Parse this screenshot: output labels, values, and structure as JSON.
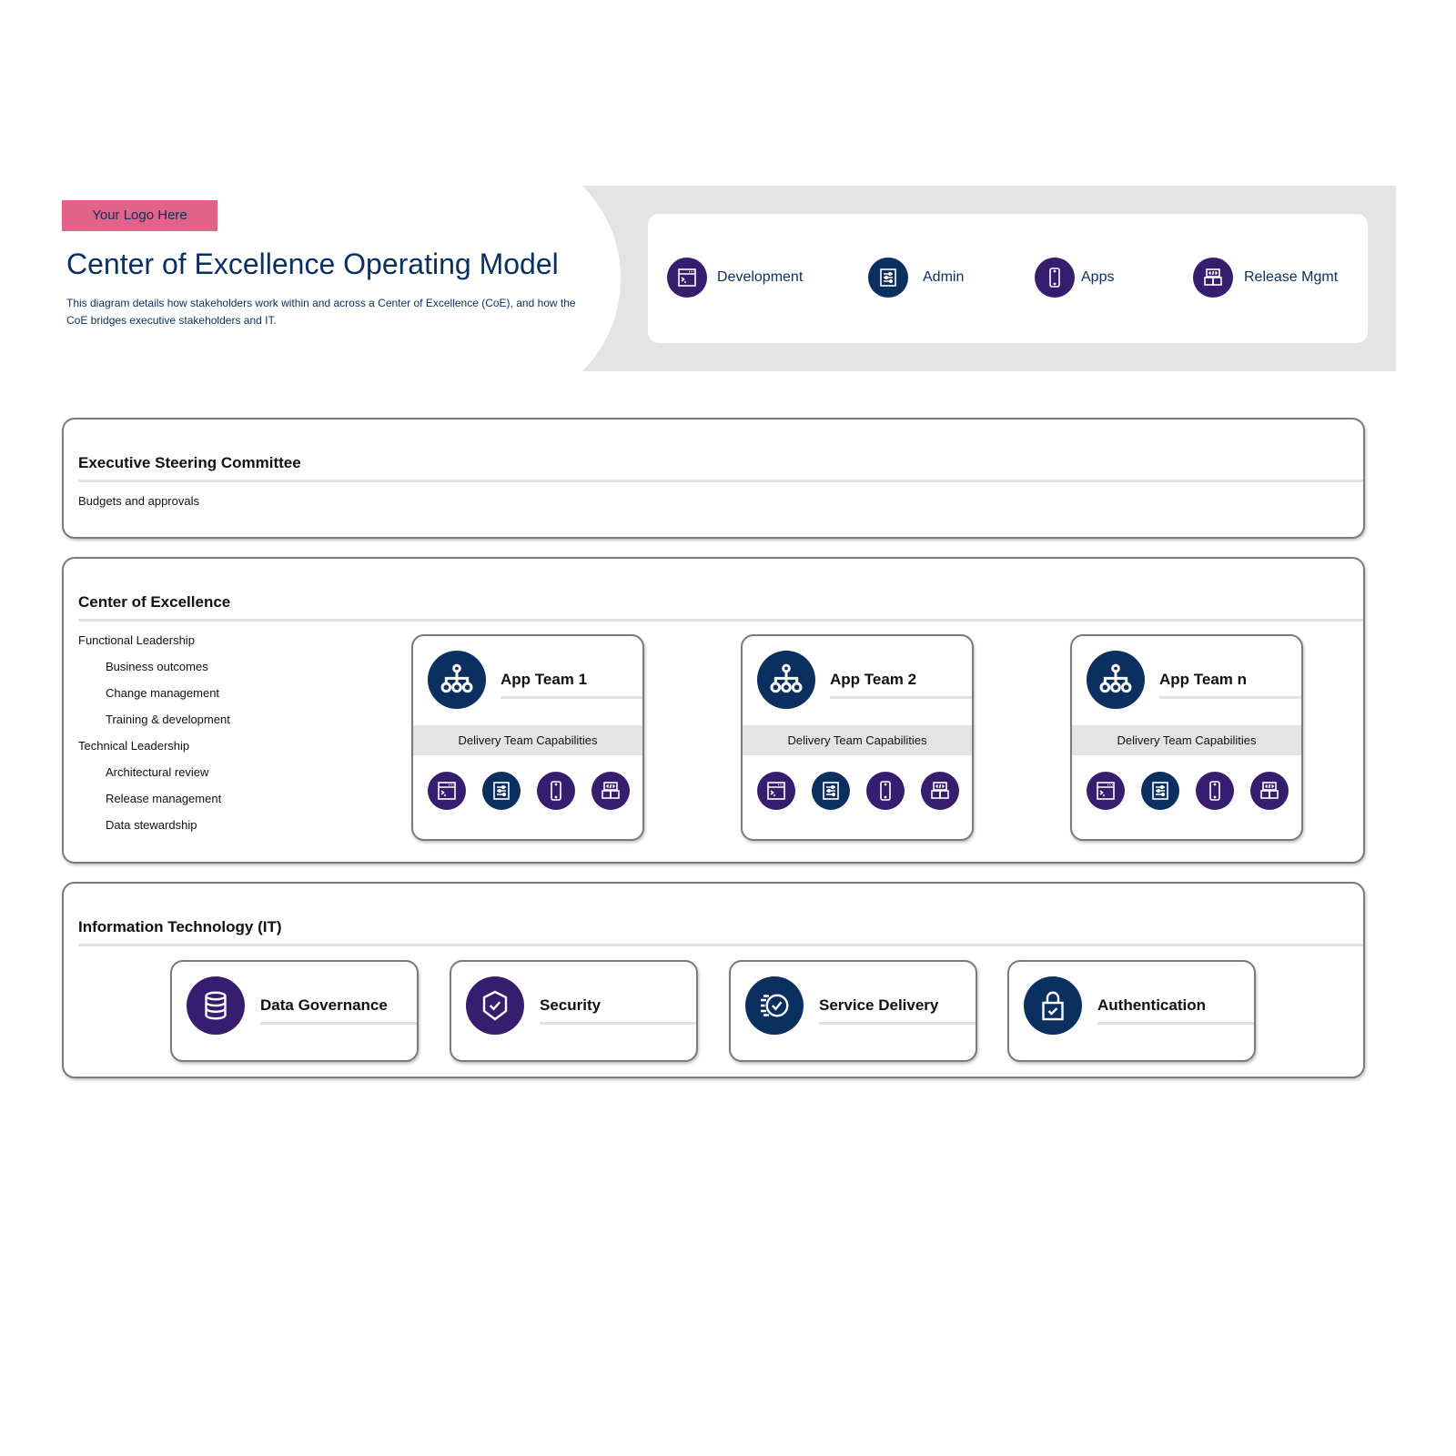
{
  "header": {
    "logo": "Your Logo Here",
    "title": "Center of Excellence Operating Model",
    "description": "This diagram details how stakeholders work within and across a Center of Excellence (CoE), and how the CoE bridges executive stakeholders and IT."
  },
  "legend": [
    {
      "label": "Development",
      "icon": "terminal-window-icon",
      "color": "#371d6e"
    },
    {
      "label": "Admin",
      "icon": "settings-sliders-icon",
      "color": "#0b2f5e"
    },
    {
      "label": "Apps",
      "icon": "mobile-phone-icon",
      "color": "#371d6e"
    },
    {
      "label": "Release Mgmt",
      "icon": "code-release-icon",
      "color": "#371d6e"
    }
  ],
  "executive": {
    "title": "Executive Steering Committee",
    "subtitle": "Budgets and approvals"
  },
  "coe": {
    "title": "Center of Excellence",
    "items": [
      {
        "text": "Functional Leadership",
        "level": 0
      },
      {
        "text": "Business outcomes",
        "level": 1
      },
      {
        "text": "Change management",
        "level": 1
      },
      {
        "text": "Training & development",
        "level": 1
      },
      {
        "text": "Technical Leadership",
        "level": 0
      },
      {
        "text": "Architectural review",
        "level": 1
      },
      {
        "text": "Release management",
        "level": 1
      },
      {
        "text": "Data stewardship",
        "level": 1
      }
    ],
    "teams": [
      {
        "name": "App Team 1",
        "band": "Delivery Team Capabilities"
      },
      {
        "name": "App Team 2",
        "band": "Delivery Team Capabilities"
      },
      {
        "name": "App Team n",
        "band": "Delivery Team Capabilities"
      }
    ]
  },
  "it": {
    "title": "Information Technology (IT)",
    "cards": [
      {
        "label": "Data Governance",
        "icon": "database-icon",
        "color": "#371d6e"
      },
      {
        "label": "Security",
        "icon": "shield-check-icon",
        "color": "#371d6e"
      },
      {
        "label": "Service Delivery",
        "icon": "fast-check-icon",
        "color": "#0b2f5e"
      },
      {
        "label": "Authentication",
        "icon": "lock-check-icon",
        "color": "#0b2f5e"
      }
    ]
  },
  "colors": {
    "purple": "#371d6e",
    "navy": "#0b2f5e",
    "logo": "#e06489",
    "band": "#e4e4e4"
  }
}
